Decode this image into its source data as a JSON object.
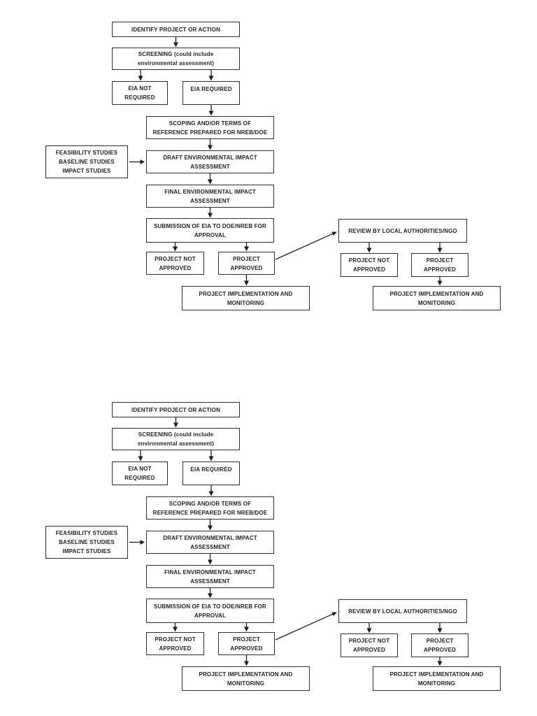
{
  "document": {
    "background": "#ffffff",
    "flowchart": {
      "instances": 2,
      "colors": {
        "box_fill": "#ffffff",
        "box_border": "#2e2e2e",
        "text": "#1f1f1f",
        "arrow": "#1f1f1f"
      },
      "nodes": {
        "identify": {
          "label": "IDENTIFY PROJECT OR ACTION"
        },
        "screening": {
          "label": "SCREENING (could include\nenvironmental assessment)"
        },
        "eia_not_required": {
          "label": "EIA NOT\nREQUIRED"
        },
        "eia_required": {
          "label": "EIA REQUIRED"
        },
        "scoping": {
          "label": "SCOPING AND/OR TERMS OF\nREFERENCE PREPARED FOR NREB/DOE"
        },
        "studies": {
          "label": "FEASIBILITY STUDIES\nBASELINE STUDIES\nIMPACT STUDIES"
        },
        "draft_eia": {
          "label": "DRAFT ENVIRONMENTAL IMPACT\nASSESSMENT"
        },
        "final_eia": {
          "label": "FINAL ENVIRONMENTAL IMPACT\nASSESSMENT"
        },
        "submission": {
          "label": "SUBMISSION OF EIA TO DOE/NREB FOR\nAPPROVAL"
        },
        "not_approved_doe": {
          "label": "PROJECT NOT\nAPPROVED"
        },
        "approved_doe": {
          "label": "PROJECT\nAPPROVED"
        },
        "implementation_doe": {
          "label": "PROJECT IMPLEMENTATION AND\nMONITORING"
        },
        "review": {
          "label": "REVIEW BY LOCAL AUTHORITIES/NGO"
        },
        "not_approved_ngo": {
          "label": "PROJECT NOT\nAPPROVED"
        },
        "approved_ngo": {
          "label": "PROJECT\nAPPROVED"
        },
        "implementation_ngo": {
          "label": "PROJECT IMPLEMENTATION AND\nMONITORING"
        }
      },
      "connections": [
        {
          "from": "identify",
          "to": "screening"
        },
        {
          "from": "screening",
          "to": "eia_not_required"
        },
        {
          "from": "screening",
          "to": "eia_required"
        },
        {
          "from": "eia_required",
          "to": "scoping"
        },
        {
          "from": "scoping",
          "to": "draft_eia"
        },
        {
          "from": "studies",
          "to": "draft_eia"
        },
        {
          "from": "draft_eia",
          "to": "final_eia"
        },
        {
          "from": "final_eia",
          "to": "submission"
        },
        {
          "from": "submission",
          "to": "not_approved_doe"
        },
        {
          "from": "submission",
          "to": "approved_doe"
        },
        {
          "from": "approved_doe",
          "to": "implementation_doe"
        },
        {
          "from": "approved_doe",
          "to": "review"
        },
        {
          "from": "review",
          "to": "not_approved_ngo"
        },
        {
          "from": "review",
          "to": "approved_ngo"
        },
        {
          "from": "approved_ngo",
          "to": "implementation_ngo"
        }
      ]
    }
  }
}
